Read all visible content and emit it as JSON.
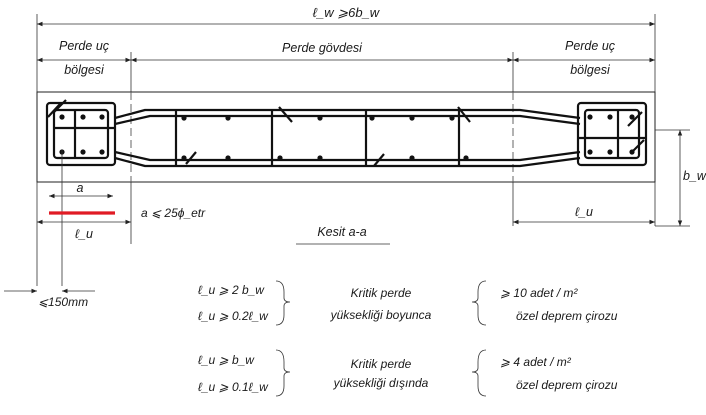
{
  "top_dimension": "ℓ_w ⩾6b_w",
  "zones": {
    "left": {
      "line1": "Perde uç",
      "line2": "bölgesi"
    },
    "center": "Perde gövdesi",
    "right": {
      "line1": "Perde uç",
      "line2": "bölgesi"
    }
  },
  "dims": {
    "a": "a",
    "lu_left": "ℓ_u",
    "a_rule": "a ⩽ 25ϕ_etr",
    "lu_right": "ℓ_u",
    "bw": "b_w",
    "max_spacing": "⩽150mm"
  },
  "section_label": "Kesit a-a",
  "highlight_color": "#e01b24",
  "table": [
    {
      "conditions": [
        "ℓ_u ⩾ 2 b_w",
        "ℓ_u ⩾ 0.2ℓ_w"
      ],
      "region": [
        "Kritik perde",
        "yüksekliği boyunca"
      ],
      "requirement": [
        "⩾ 10 adet / m²",
        "özel deprem çirozu"
      ]
    },
    {
      "conditions": [
        "ℓ_u ⩾ b_w",
        "ℓ_u ⩾ 0.1ℓ_w"
      ],
      "region": [
        "Kritik perde",
        "yüksekliği dışında"
      ],
      "requirement": [
        "⩾ 4 adet / m²",
        "özel deprem çirozu"
      ]
    }
  ]
}
